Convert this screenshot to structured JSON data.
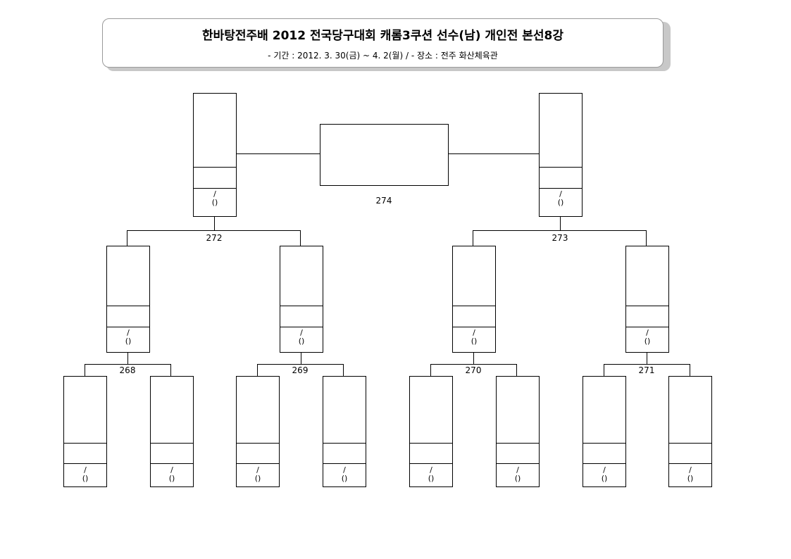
{
  "header": {
    "title": "한바탕전주배 2012 전국당구대회 캐롬3쿠션 선수(남) 개인전 본선8강",
    "subtitle": "- 기간 : 2012. 3. 30(금) ~ 4. 2(월)  /  - 장소 : 전주 화산체육관"
  },
  "bracket": {
    "record_top": "/",
    "record_bottom": "()",
    "final_match": "274",
    "semifinal_matches": [
      "272",
      "273"
    ],
    "quarterfinal_matches": [
      "268",
      "269",
      "270",
      "271"
    ]
  }
}
